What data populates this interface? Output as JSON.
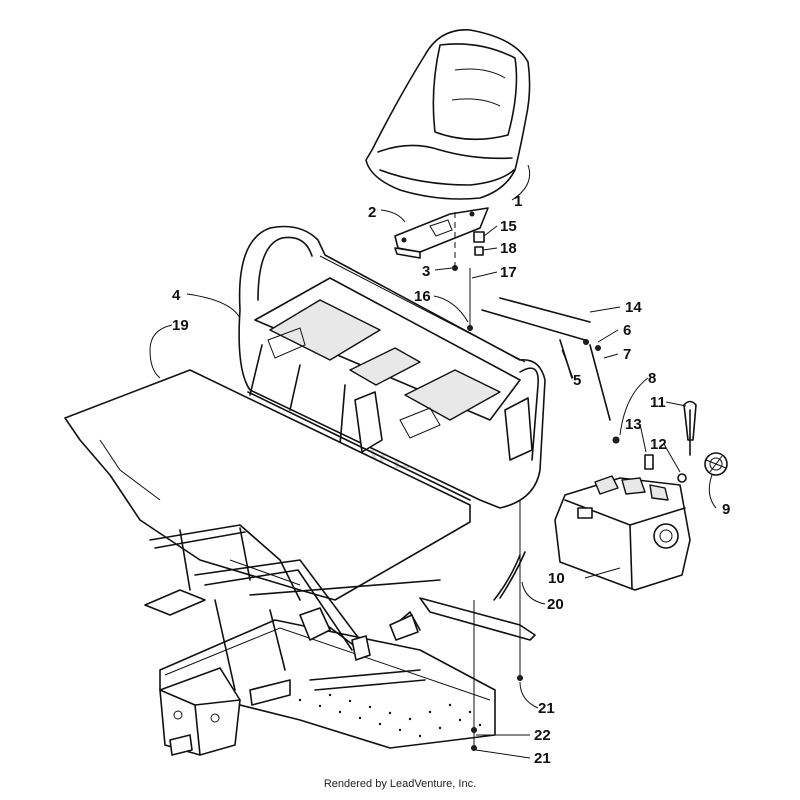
{
  "diagram": {
    "watermark": "LEADVENTURE",
    "footer": "Rendered by LeadVenture, Inc.",
    "callouts": [
      "1",
      "2",
      "15",
      "18",
      "3",
      "17",
      "4",
      "16",
      "19",
      "14",
      "6",
      "7",
      "5",
      "8",
      "11",
      "13",
      "12",
      "9",
      "10",
      "20",
      "21",
      "22",
      "21"
    ]
  }
}
